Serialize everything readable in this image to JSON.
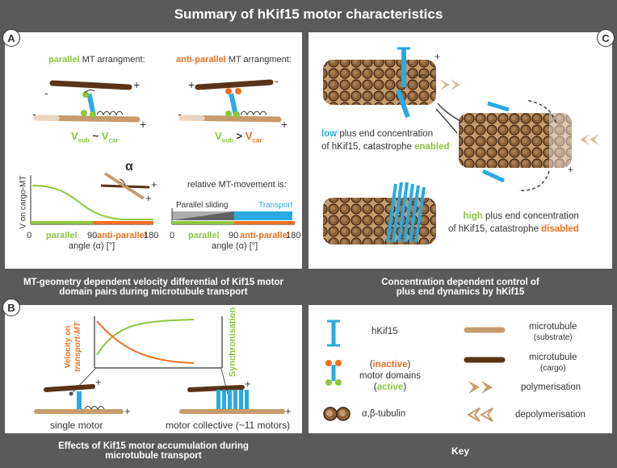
{
  "title": "Summary of hKif15 motor characteristics",
  "panel_a": {
    "letter": "A",
    "parallel_word": "parallel",
    "antiparallel_word": "anti-parallel",
    "arr_suffix": "MT arrangment:",
    "v_sub": "V",
    "sub_sub": "sub",
    "v_car": "V",
    "sub_car": "car",
    "approx": "~",
    "greater": ">",
    "plus": "+",
    "minus": "-",
    "alpha": "α",
    "y_axis_label": "V on cargo-MT",
    "relative_label": "relative MT-movement is:",
    "parallel_sliding": "Parallel sliding",
    "transport": "Transport",
    "axis_parallel": "parallel",
    "axis_antiparallel": "anti-parallel",
    "tick_0": "0",
    "tick_90": "90",
    "tick_180": "180",
    "x_label": "angle (α) [°]",
    "caption_line1": "MT-geometry dependent velocity differential of Kif15 motor",
    "caption_line2": "domain pairs during microtubule transport"
  },
  "panel_b": {
    "letter": "B",
    "velocity_line1": "Velocity on",
    "velocity_line2": "transport-MT",
    "synchronisation": "Synchronisation",
    "single_motor": "single motor",
    "motor_collective": "motor collective (~11 motors)",
    "plus": "+",
    "caption_line1": "Effects of Kif15 motor accumulation during",
    "caption_line2": "microtubule transport"
  },
  "panel_c": {
    "letter": "C",
    "low_word": "low",
    "low_rest1": "plus end concentration",
    "low_line2a": "of hKif15, catastrophe",
    "enabled": "enabled",
    "high_word": "high",
    "high_rest1": "plus end concentration",
    "high_line2a": "of hKif15, catastrophe",
    "disabled": "disabled",
    "plus": "+",
    "caption_line1": "Concentration dependent control of",
    "caption_line2": "plus end dynamics by hKif15"
  },
  "key": {
    "hkif15": "hKif15",
    "inactive_open": "(",
    "inactive": "inactive",
    "inactive_close": ")",
    "motor_domains": "motor domains",
    "active_open": "(",
    "active": "active",
    "active_close": ")",
    "tubulin": "α,β-tubulin",
    "mt_substrate": "microtubule",
    "substrate": "(substrate)",
    "mt_cargo": "microtubule",
    "cargo": "(cargo)",
    "polymerisation": "polymerisation",
    "depolymerisation": "depolymerisation",
    "caption": "Key"
  },
  "colors": {
    "green": "#8dc63f",
    "orange": "#f26f21",
    "blue": "#29aae2",
    "substrate_tan": "#c69c6d",
    "cargo_brown": "#5a3318",
    "frame_gray": "#5a5a5a"
  }
}
